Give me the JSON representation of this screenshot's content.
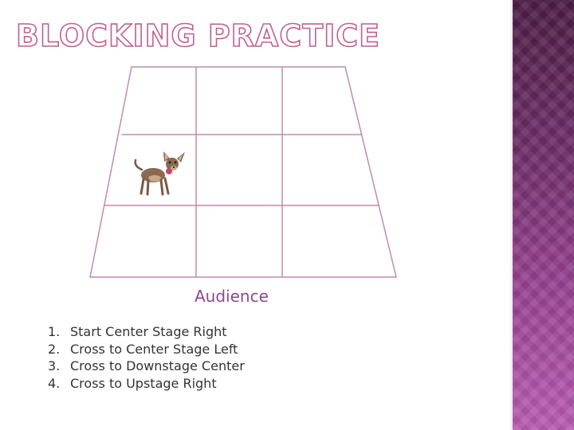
{
  "slide": {
    "title": "BLOCKING PRACTICE",
    "audience_label": "Audience",
    "instructions": [
      {
        "number": "1.",
        "text": "Start Center Stage Right"
      },
      {
        "number": "2.",
        "text": "Cross to Center Stage Left"
      },
      {
        "number": "3.",
        "text": "Cross to Downstage Center"
      },
      {
        "number": "4.",
        "text": "Cross to Upstage Right"
      }
    ],
    "actor_icon": "chihuahua-dog-icon"
  },
  "colors": {
    "grid_lines": "#c48aa8",
    "title_outline": "#c06090",
    "audience_text": "#8a4a8f",
    "side_panel": "#8e3f88"
  }
}
